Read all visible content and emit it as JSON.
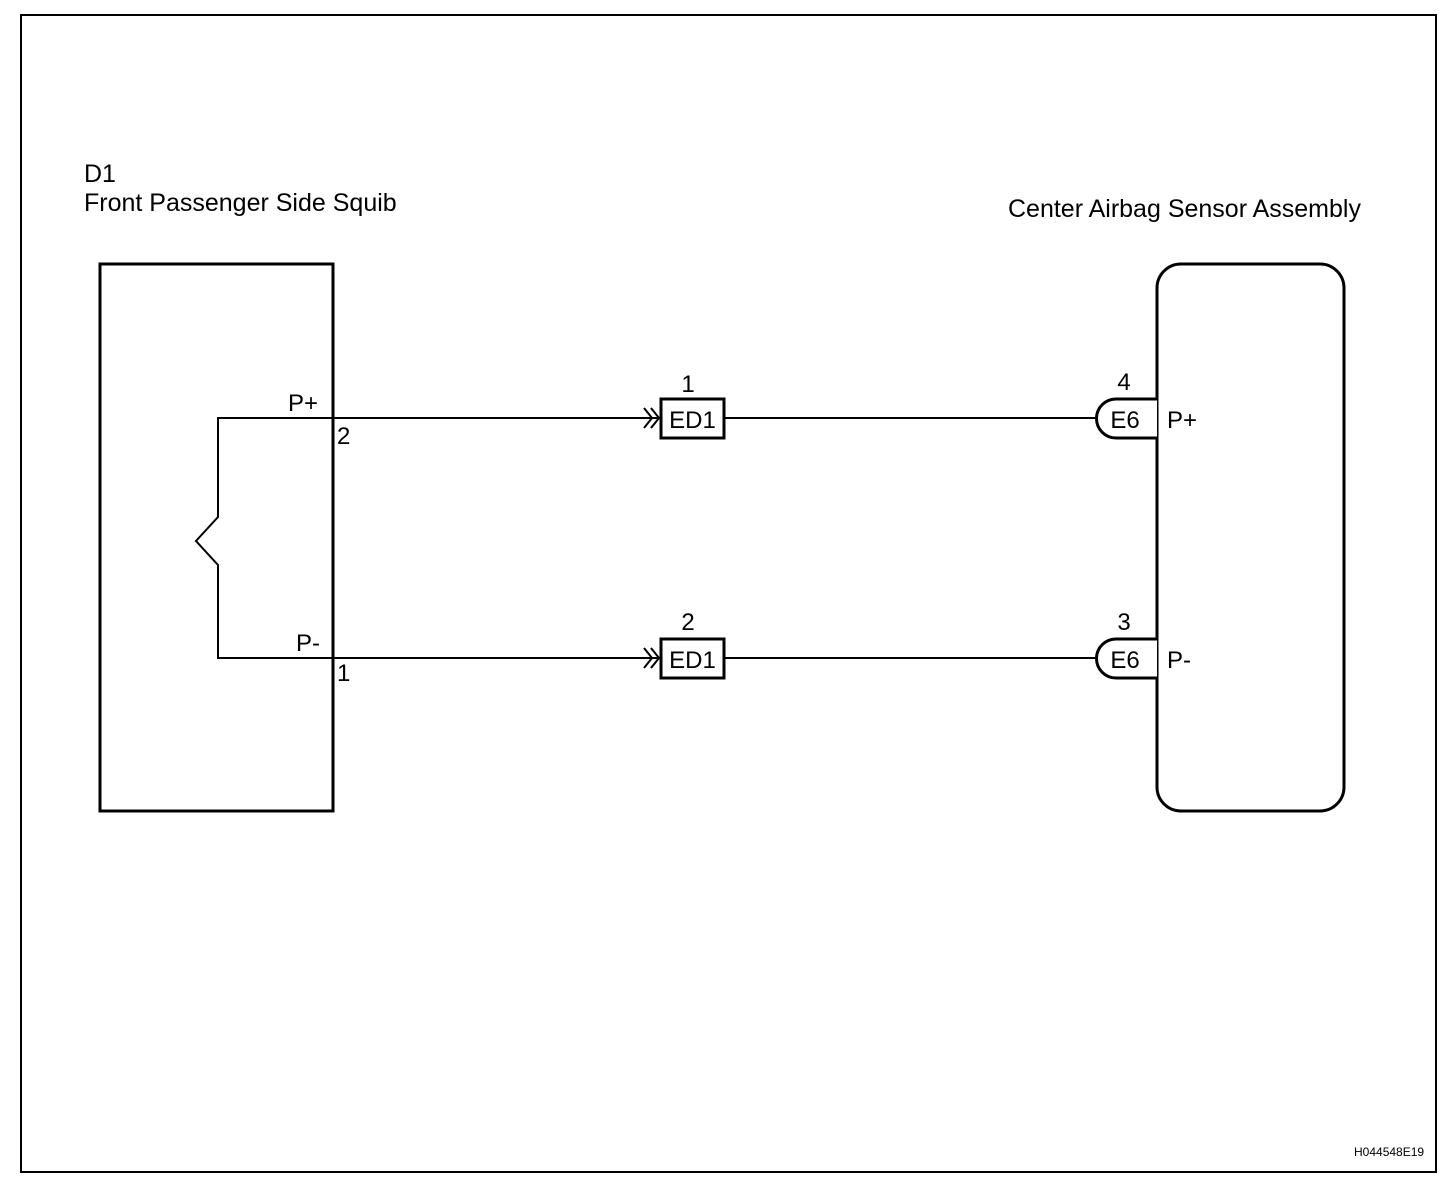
{
  "squib": {
    "connector_code": "D1",
    "name": "Front Passenger Side Squib",
    "terminals": [
      {
        "signal": "P+",
        "pin": "2"
      },
      {
        "signal": "P-",
        "pin": "1"
      }
    ]
  },
  "sensor": {
    "name": "Center Airbag Sensor Assembly",
    "terminals": [
      {
        "connector": "E6",
        "pin": "4",
        "signal": "P+"
      },
      {
        "connector": "E6",
        "pin": "3",
        "signal": "P-"
      }
    ]
  },
  "junction": [
    {
      "connector": "ED1",
      "pin": "1"
    },
    {
      "connector": "ED1",
      "pin": "2"
    }
  ],
  "figure_code": "H044548E19",
  "colors": {
    "line": "#000000",
    "background": "#ffffff"
  }
}
